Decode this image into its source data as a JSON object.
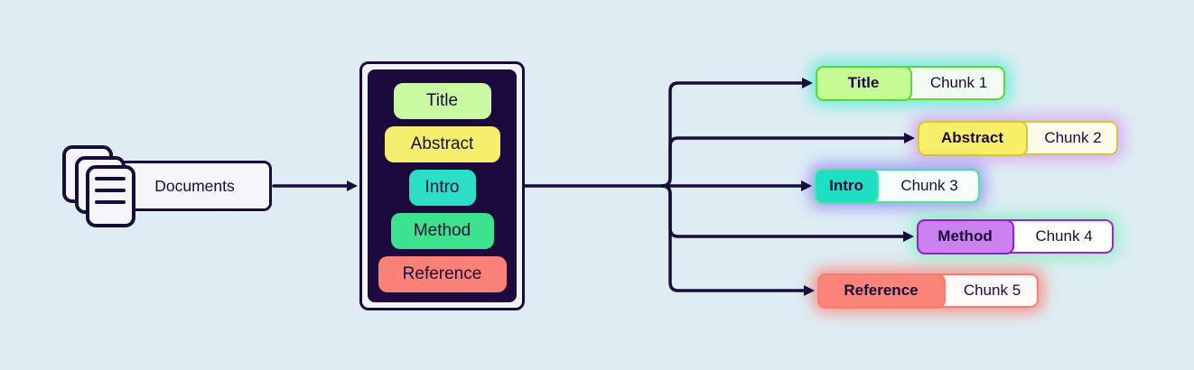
{
  "palette": {
    "background": "#ddedf3",
    "ink": "#180d3a",
    "panel_fill": "#f6f5fc",
    "outer_box_fill": "#eff4fb",
    "inner_box_fill": "#1c0a3e"
  },
  "documents": {
    "label": "Documents"
  },
  "source_sections": [
    {
      "label": "Title",
      "fill": "#c9f9a0"
    },
    {
      "label": "Abstract",
      "fill": "#f6ee6d"
    },
    {
      "label": "Intro",
      "fill": "#2adfc3"
    },
    {
      "label": "Method",
      "fill": "#3ce28d"
    },
    {
      "label": "Reference",
      "fill": "#fa8177"
    }
  ],
  "chunks": [
    {
      "label": "Title",
      "chunk_label": "Chunk 1",
      "border": "#58da2c",
      "pill_fill": "#c5fb93",
      "pill_border": "#58da2c",
      "body_fill": "#f3fcf1",
      "glow": "rgba(95,236,214,0.85)"
    },
    {
      "label": "Abstract",
      "chunk_label": "Chunk 2",
      "border": "#d3c937",
      "pill_fill": "#f8ef68",
      "pill_border": "#d3c937",
      "body_fill": "#fcfbe9",
      "glow": "rgba(216,156,242,0.8)"
    },
    {
      "label": "Intro",
      "chunk_label": "Chunk 3",
      "border": "#45e5a2",
      "pill_fill": "#1fdfc2",
      "pill_border": "#45e5a2",
      "body_fill": "#f4fdf9",
      "glow": "rgba(148,139,244,0.8)"
    },
    {
      "label": "Method",
      "chunk_label": "Chunk 4",
      "border": "#a01fe0",
      "pill_fill": "#cb82ef",
      "pill_border": "#9916dd",
      "body_fill": "#ffffff",
      "glow": "rgba(134,240,187,0.8)"
    },
    {
      "label": "Reference",
      "chunk_label": "Chunk 5",
      "border": "#f97c70",
      "pill_fill": "#fa8478",
      "pill_border": "#f97c70",
      "body_fill": "#fffafa",
      "glow": "rgba(250,137,127,0.85)"
    }
  ]
}
